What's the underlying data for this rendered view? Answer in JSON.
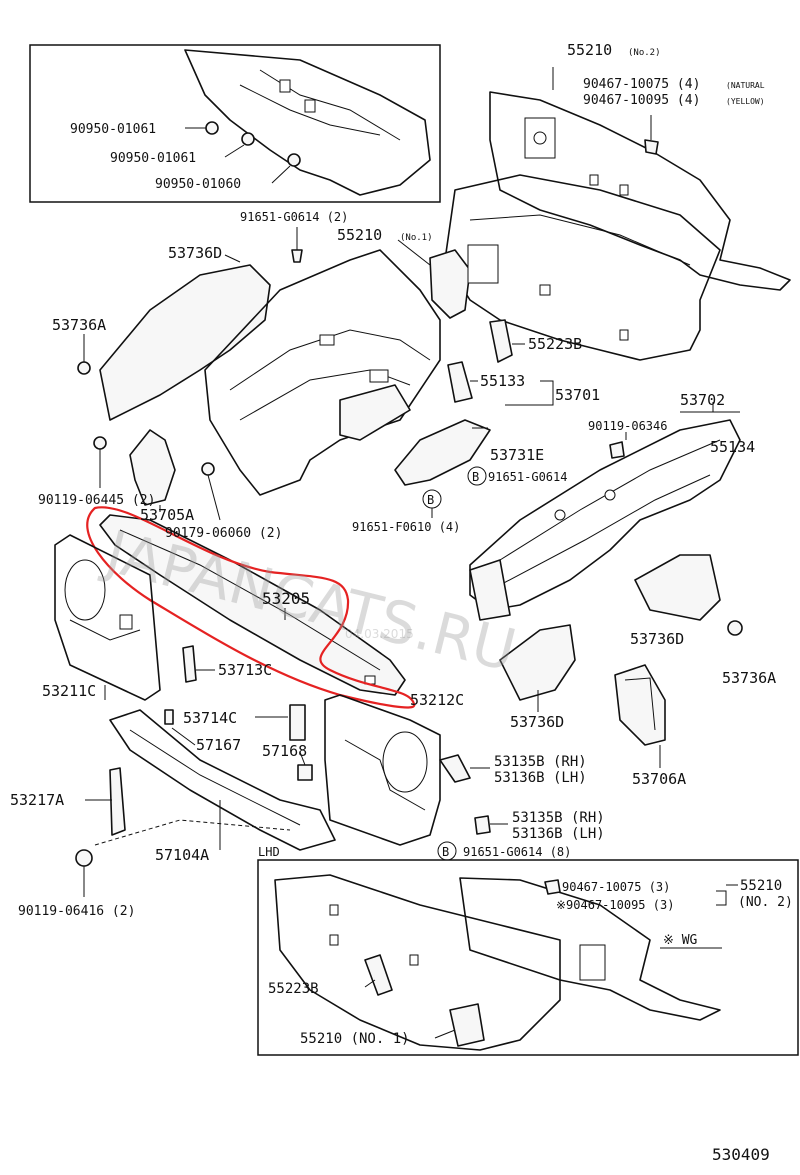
{
  "diagram": {
    "page_code": "530409",
    "watermark": {
      "site": "JAPANCATS.RU",
      "date": "04.03.2015"
    },
    "inset_top": {
      "clips": [
        "90950-01061",
        "90950-01061",
        "90950-01060"
      ]
    },
    "inset_lhd": {
      "tag": "LHD",
      "bolt_1": "90467-10075 (3)",
      "bolt_2": "※90467-10095 (3)",
      "ref_part": "55210",
      "ref_note": "(NO. 2)",
      "variant": "※ WG",
      "seal": "55223B",
      "panel_no1": "55210 (NO. 1)"
    },
    "callouts": {
      "p55210_no2": "55210",
      "p55210_no2_note": "(No.2)",
      "bolt_natural": "90467-10075 (4)",
      "note_natural": "(NATURAL",
      "bolt_yellow": "90467-10095 (4)",
      "note_yellow": "(YELLOW)",
      "screw_91651g": "91651-G0614 (2)",
      "p55210_no1": "55210",
      "p55210_no1_note": "(No.1)",
      "p53736D_top": "53736D",
      "p53736A_left": "53736A",
      "p55223B": "55223B",
      "p55133": "55133",
      "p53701": "53701",
      "p53702": "53702",
      "bolt_90119_06346": "90119-06346",
      "p55134": "55134",
      "p53731E": "53731E",
      "mark_b": "B",
      "screw_b_g0614": "91651-G0614",
      "screw_f0610": "91651-F0610 (4)",
      "bolt_90119_06445": "90119-06445 (2)",
      "p53705A": "53705A",
      "bolt_90179": "90179-06060 (2)",
      "p53205": "53205",
      "p53713C": "53713C",
      "p53211C": "53211C",
      "p53212C": "53212C",
      "p53736D_right": "53736D",
      "p53736A_right": "53736A",
      "p53736D_low": "53736D",
      "p53714C": "53714C",
      "p57167": "57167",
      "p57168": "57168",
      "p53706A": "53706A",
      "p53135B_rh_1": "53135B (RH)",
      "p53136B_lh_1": "53136B (LH)",
      "p53135B_rh_2": "53135B (RH)",
      "p53136B_lh_2": "53136B (LH)",
      "screw_g0614_8": "91651-G0614 (8)",
      "p53217A": "53217A",
      "p57104A": "57104A",
      "bolt_90119_06416": "90119-06416 (2)"
    }
  }
}
